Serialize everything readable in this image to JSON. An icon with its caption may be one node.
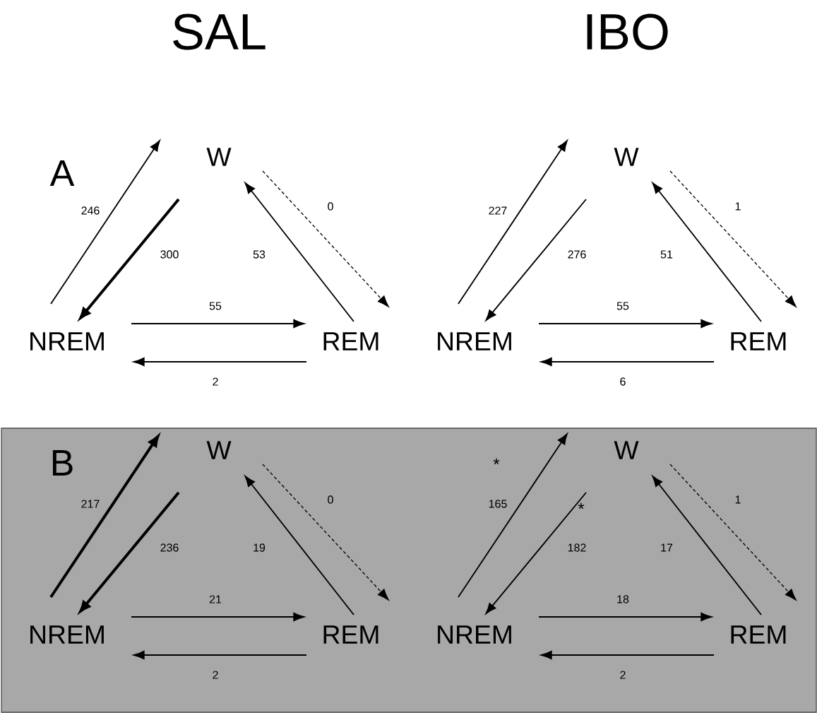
{
  "diagram": {
    "nodes": [
      {
        "text": [
          "W"
        ]
      },
      {
        "text": [
          "NREM"
        ]
      },
      {
        "text": [
          "REM"
        ]
      },
      {
        "text": [
          "W"
        ]
      },
      {
        "text": [
          "NREM"
        ]
      },
      {
        "text": [
          "REM"
        ]
      },
      {
        "text": [
          "W"
        ]
      },
      {
        "text": [
          "NREM"
        ]
      },
      {
        "text": [
          "REM"
        ]
      },
      {
        "text": [
          "W"
        ]
      },
      {
        "text": [
          "NREM"
        ]
      },
      {
        "text": [
          "REM"
        ]
      }
    ],
    "edges": [
      {
        "from": 1,
        "to": 0,
        "arrow": "to",
        "label": "246"
      },
      {
        "from": 0,
        "to": 1,
        "arrow": "to",
        "label": "300",
        "style": "thick"
      },
      {
        "from": 2,
        "to": 0,
        "arrow": "to",
        "label": "53"
      },
      {
        "from": 0,
        "to": 2,
        "arrow": "to",
        "label": "0",
        "style": "dashed"
      },
      {
        "from": 1,
        "to": 2,
        "arrow": "to",
        "label": "55"
      },
      {
        "from": 2,
        "to": 1,
        "arrow": "to",
        "label": "2"
      },
      {
        "from": 4,
        "to": 3,
        "arrow": "to",
        "label": "227"
      },
      {
        "from": 3,
        "to": 4,
        "arrow": "to",
        "label": "276"
      },
      {
        "from": 5,
        "to": 3,
        "arrow": "to",
        "label": "51"
      },
      {
        "from": 3,
        "to": 5,
        "arrow": "to",
        "label": "1",
        "style": "dashed"
      },
      {
        "from": 4,
        "to": 5,
        "arrow": "to",
        "label": "55"
      },
      {
        "from": 5,
        "to": 4,
        "arrow": "to",
        "label": "6"
      },
      {
        "from": 7,
        "to": 6,
        "arrow": "to",
        "label": "217",
        "style": "thick"
      },
      {
        "from": 6,
        "to": 7,
        "arrow": "to",
        "label": "236",
        "style": "thick"
      },
      {
        "from": 8,
        "to": 6,
        "arrow": "to",
        "label": "19"
      },
      {
        "from": 6,
        "to": 8,
        "arrow": "to",
        "label": "0",
        "style": "dashed"
      },
      {
        "from": 7,
        "to": 8,
        "arrow": "to",
        "label": "21"
      },
      {
        "from": 8,
        "to": 7,
        "arrow": "to",
        "label": "2"
      },
      {
        "from": 10,
        "to": 9,
        "arrow": "to",
        "label": "165"
      },
      {
        "from": 9,
        "to": 10,
        "arrow": "to",
        "label": "182"
      },
      {
        "from": 11,
        "to": 9,
        "arrow": "to",
        "label": "17"
      },
      {
        "from": 9,
        "to": 11,
        "arrow": "to",
        "label": "1",
        "style": "dashed"
      },
      {
        "from": 10,
        "to": 11,
        "arrow": "to",
        "label": "18"
      },
      {
        "from": 11,
        "to": 10,
        "arrow": "to",
        "label": "2"
      }
    ],
    "labels": [
      "SAL",
      "IBO",
      "A",
      "B",
      "*",
      "*"
    ]
  }
}
